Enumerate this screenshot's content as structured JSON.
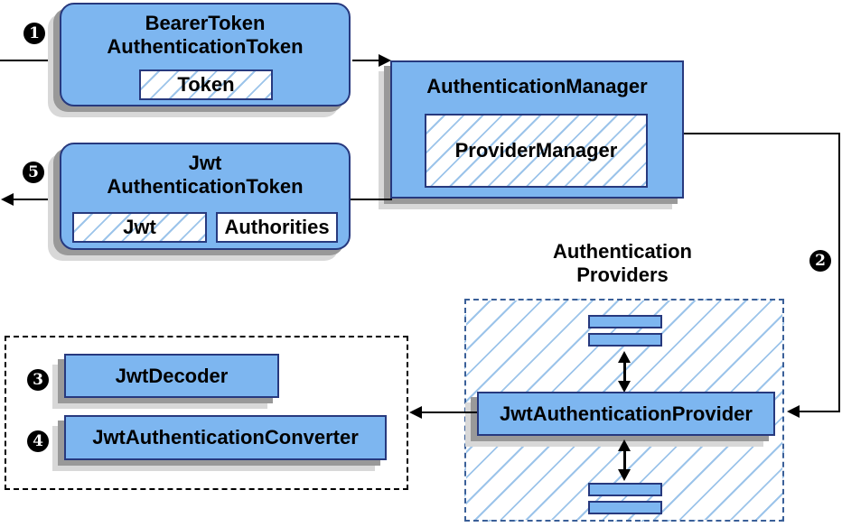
{
  "steps": {
    "s1": "1",
    "s2": "2",
    "s3": "3",
    "s4": "4",
    "s5": "5"
  },
  "nodes": {
    "bearer_token": {
      "title_line1": "BearerToken",
      "title_line2": "AuthenticationToken",
      "field_token": "Token"
    },
    "authentication_manager": {
      "title": "AuthenticationManager",
      "implementation": "ProviderManager"
    },
    "jwt_authentication_token": {
      "title_line1": "Jwt",
      "title_line2": "AuthenticationToken",
      "field_jwt": "Jwt",
      "field_authorities": "Authorities"
    },
    "authentication_providers": {
      "label_line1": "Authentication",
      "label_line2": "Providers"
    },
    "jwt_authentication_provider": {
      "label": "JwtAuthenticationProvider"
    },
    "jwt_decoder": {
      "label": "JwtDecoder"
    },
    "jwt_authentication_converter": {
      "label": "JwtAuthenticationConverter"
    }
  },
  "colors": {
    "node_fill": "#7DB6F0",
    "node_border": "#27397E",
    "hatch_line": "#9CC4EA",
    "group_border_blue": "#3A5F98",
    "group_border_black": "#000000",
    "arrow": "#000000",
    "shadow_dark": "#999999",
    "shadow_light": "#D8D8D8",
    "background": "#FFFFFF"
  }
}
